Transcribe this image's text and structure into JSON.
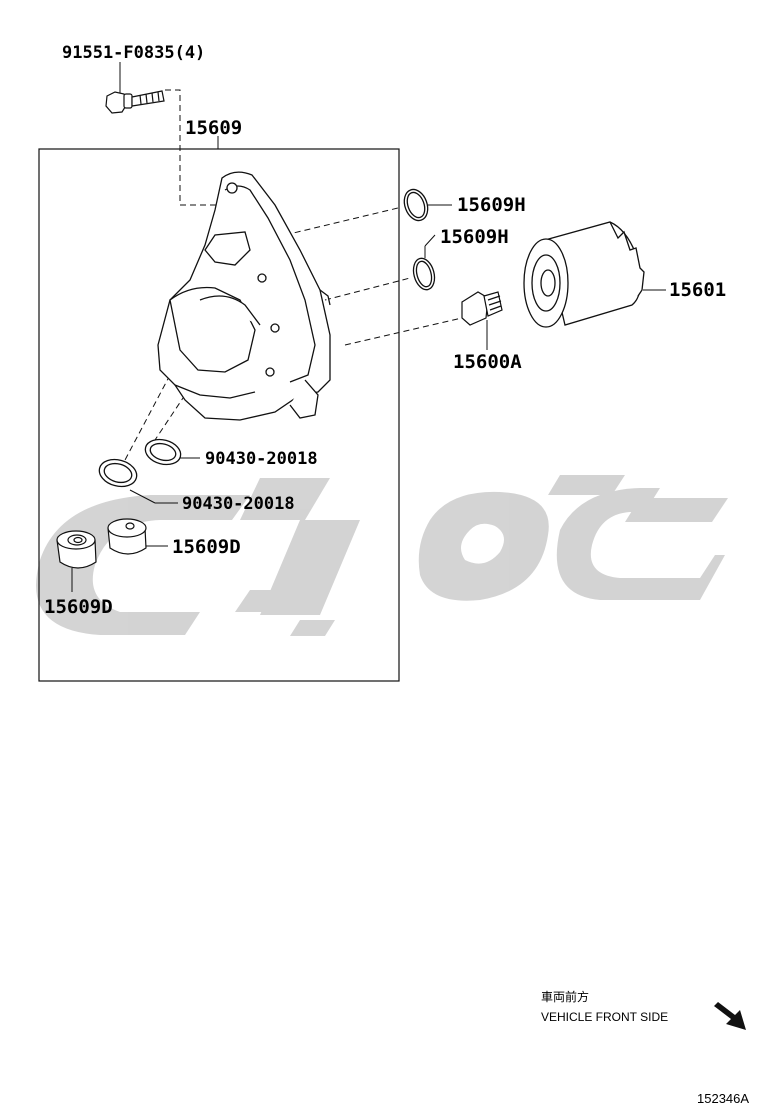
{
  "diagram": {
    "part_labels": {
      "bolt": "91551-F0835(4)",
      "housing": "15609",
      "oring_upper": "15609H",
      "oring_lower": "15609H",
      "oil_filter": "15601",
      "union": "15600A",
      "gasket_upper": "90430-20018",
      "gasket_lower": "90430-20018",
      "plug_right": "15609D",
      "plug_left": "15609D"
    },
    "direction": {
      "japanese": "車両前方",
      "english": "VEHICLE FRONT SIDE"
    },
    "figure_code": "152346A",
    "colors": {
      "line": "#111111",
      "watermark": "#cfcfcf",
      "background": "#ffffff"
    }
  }
}
